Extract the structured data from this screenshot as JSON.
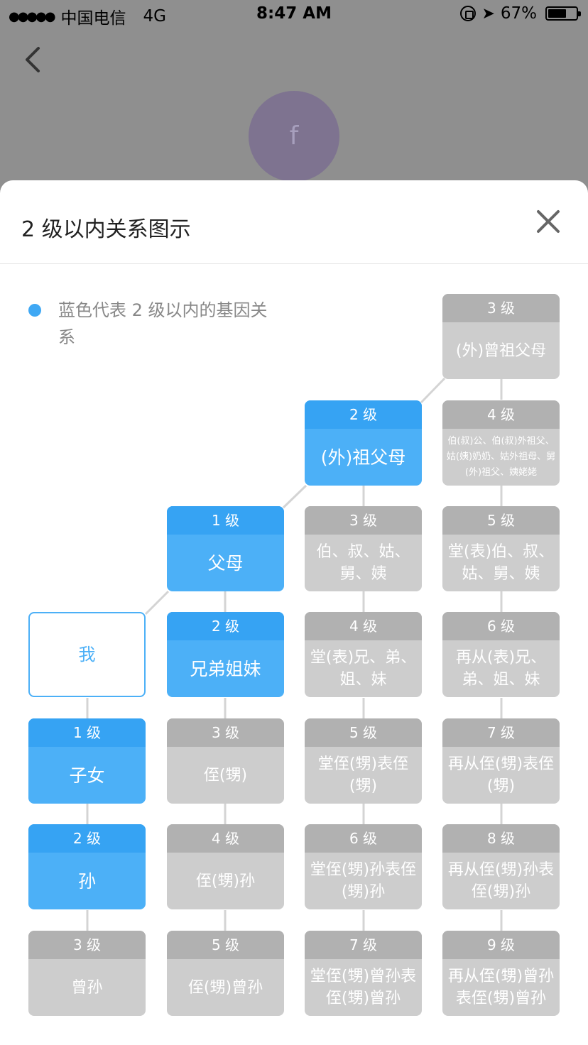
{
  "status_bar": {
    "signal_dots": "●●●●●",
    "carrier": "中国电信",
    "network": "4G",
    "time": "8:47 AM",
    "battery": "67%",
    "battery_level": 0.67,
    "icons": [
      "orientation-lock-icon",
      "location-arrow-icon",
      "battery-icon"
    ]
  },
  "nav": {
    "back_icon": "chevron-left-icon"
  },
  "avatar": {
    "letter": "f",
    "color": "#7e7390"
  },
  "sheet": {
    "title": "2 级以内关系图示",
    "close_icon": "close-icon",
    "legend": {
      "text": "蓝色代表 2 级以内的基因关系",
      "dot_color": "#3fa8f4"
    }
  },
  "colors": {
    "blue": "#4cb0f7",
    "blue_header": "#36a3f3",
    "gray": "#cdcdcd",
    "gray_header": "#b1b1b1"
  },
  "cards": {
    "c3_0": {
      "level": "3 级",
      "name": "(外)曾祖父母"
    },
    "c2_1": {
      "level": "2 级",
      "name": "(外)祖父母"
    },
    "c3_1": {
      "level": "4 级",
      "name": "伯(叔)公、伯(叔)外祖父、姑(姨)奶奶、姑外祖母、舅(外)祖父、姨姥姥"
    },
    "c1_2": {
      "level": "1 级",
      "name": "父母"
    },
    "c2_2": {
      "level": "3 级",
      "name": "伯、叔、姑、舅、姨"
    },
    "c3_2": {
      "level": "5 级",
      "name": "堂(表)伯、叔、姑、舅、姨"
    },
    "c0_3": {
      "name": "我"
    },
    "c1_3": {
      "level": "2 级",
      "name": "兄弟姐妹"
    },
    "c2_3": {
      "level": "4 级",
      "name": "堂(表)兄、弟、姐、妹"
    },
    "c3_3": {
      "level": "6 级",
      "name": "再从(表)兄、弟、姐、妹"
    },
    "c0_4": {
      "level": "1 级",
      "name": "子女"
    },
    "c1_4": {
      "level": "3 级",
      "name": "侄(甥)"
    },
    "c2_4": {
      "level": "5 级",
      "name": "堂侄(甥)表侄(甥)"
    },
    "c3_4": {
      "level": "7 级",
      "name": "再从侄(甥)表侄(甥)"
    },
    "c0_5": {
      "level": "2 级",
      "name": "孙"
    },
    "c1_5": {
      "level": "4 级",
      "name": "侄(甥)孙"
    },
    "c2_5": {
      "level": "6 级",
      "name": "堂侄(甥)孙表侄(甥)孙"
    },
    "c3_5": {
      "level": "8 级",
      "name": "再从侄(甥)孙表侄(甥)孙"
    },
    "c0_6": {
      "level": "3 级",
      "name": "曾孙"
    },
    "c1_6": {
      "level": "5 级",
      "name": "侄(甥)曾孙"
    },
    "c2_6": {
      "level": "7 级",
      "name": "堂侄(甥)曾孙表侄(甥)曾孙"
    },
    "c3_6": {
      "level": "9 级",
      "name": "再从侄(甥)曾孙表侄(甥)曾孙"
    }
  }
}
